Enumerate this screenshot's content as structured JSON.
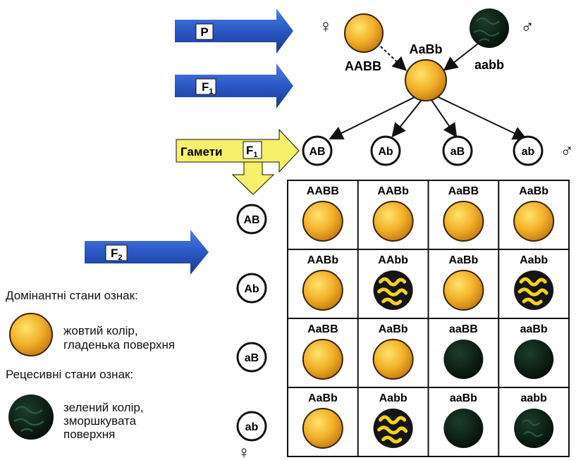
{
  "generations": {
    "p_label": "P",
    "f1_label": "F",
    "f1_sub": "1",
    "gametes_label": "Гамети",
    "gametes_f_label": "F",
    "gametes_f_sub": "1",
    "f2_label": "F",
    "f2_sub": "2"
  },
  "parents": {
    "female_symbol": "♀",
    "male_symbol": "♂",
    "female_genotype": "AABB",
    "male_genotype": "aabb",
    "f1_genotype": "AaBb"
  },
  "male_gametes": [
    "AB",
    "Ab",
    "aB",
    "ab"
  ],
  "female_gametes": [
    "AB",
    "Ab",
    "aB",
    "ab"
  ],
  "punnett": {
    "rows": [
      [
        {
          "g": "AABB",
          "p": "yellow-smooth"
        },
        {
          "g": "AABb",
          "p": "yellow-smooth"
        },
        {
          "g": "AaBB",
          "p": "yellow-smooth"
        },
        {
          "g": "AaBb",
          "p": "yellow-smooth"
        }
      ],
      [
        {
          "g": "AABb",
          "p": "yellow-smooth"
        },
        {
          "g": "AAbb",
          "p": "yellow-wrinkled"
        },
        {
          "g": "AaBb",
          "p": "yellow-smooth"
        },
        {
          "g": "Aabb",
          "p": "yellow-wrinkled"
        }
      ],
      [
        {
          "g": "AaBB",
          "p": "yellow-smooth"
        },
        {
          "g": "AaBb",
          "p": "yellow-smooth"
        },
        {
          "g": "aaBB",
          "p": "green-smooth"
        },
        {
          "g": "aaBb",
          "p": "green-smooth"
        }
      ],
      [
        {
          "g": "AaBb",
          "p": "yellow-smooth"
        },
        {
          "g": "Aabb",
          "p": "yellow-wrinkled"
        },
        {
          "g": "aaBb",
          "p": "green-smooth"
        },
        {
          "g": "aabb",
          "p": "green-wrinkled"
        }
      ]
    ]
  },
  "legend": {
    "dominant_title": "Домінантні стани ознак:",
    "dominant_desc_1": "жовтий колір,",
    "dominant_desc_2": "гладенька поверхня",
    "recessive_title": "Рецесивні стани ознак:",
    "recessive_desc_1": "зелений колір,",
    "recessive_desc_2": "зморшкувата",
    "recessive_desc_3": "поверхня"
  },
  "colors": {
    "yellow_pea": "#f2b12a",
    "yellow_pea_light": "#ffdc5a",
    "green_pea": "#0f2a1c",
    "blue_arrow": "#2a57c6",
    "yellow_arrow": "#f7f06a",
    "wrinkle_yellow": "#f2d21c"
  }
}
